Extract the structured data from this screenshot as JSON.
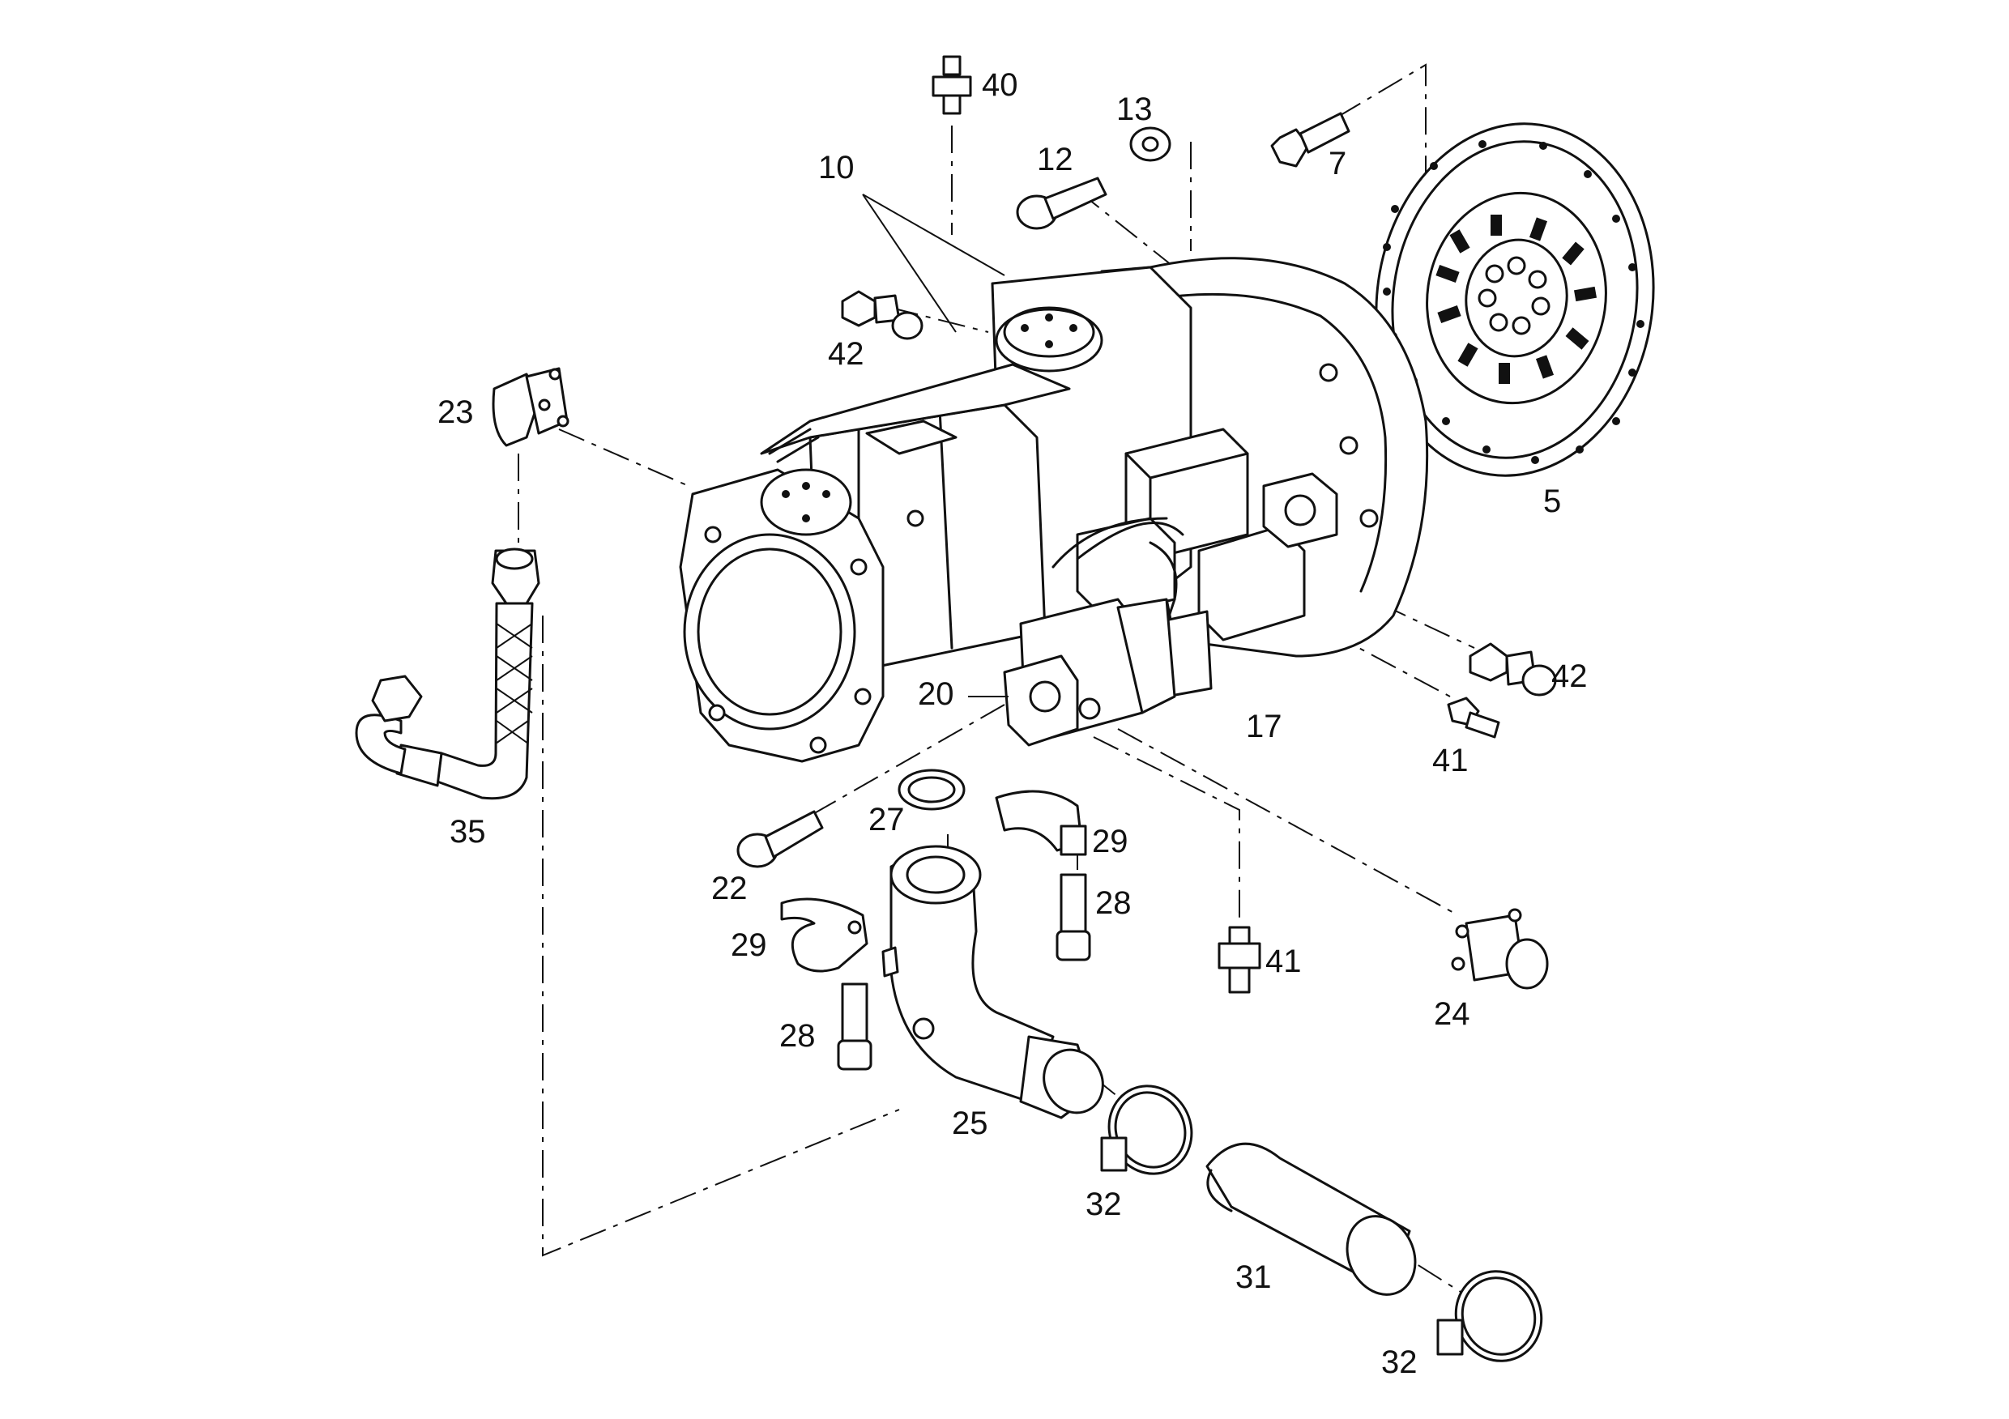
{
  "labels": {
    "p5": "5",
    "p7": "7",
    "p10": "10",
    "p12": "12",
    "p13": "13",
    "p17": "17",
    "p20": "20",
    "p22": "22",
    "p23": "23",
    "p24": "24",
    "p25": "25",
    "p27": "27",
    "p28a": "28",
    "p28b": "28",
    "p29a": "29",
    "p29b": "29",
    "p31": "31",
    "p32a": "32",
    "p32b": "32",
    "p35": "35",
    "p40": "40",
    "p41a": "41",
    "p41b": "41",
    "p42a": "42",
    "p42b": "42"
  }
}
